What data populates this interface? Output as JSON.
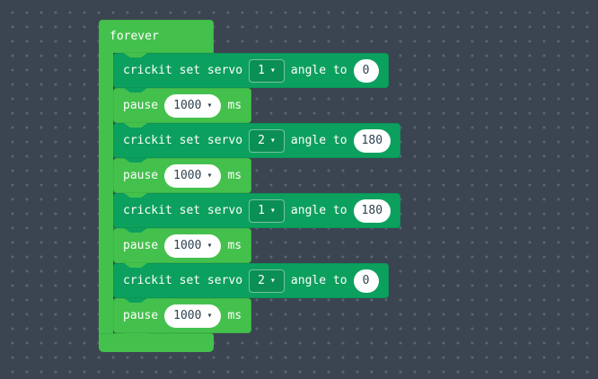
{
  "ui": {
    "dropdown_arrow": "▾"
  },
  "colors": {
    "background": "#3B4551",
    "grid_dot": "#5C6670",
    "loops_green": "#44C14D",
    "crickit_green": "#0CA05E",
    "value_text": "#2D4251",
    "block_text": "#FFFFFF"
  },
  "forever_block": {
    "label": "forever"
  },
  "blocks": [
    {
      "type": "crickit",
      "label_prefix": "crickit set servo",
      "servo": "1",
      "label_mid": "angle to",
      "angle": "0"
    },
    {
      "type": "pause",
      "label_prefix": "pause",
      "duration": "1000",
      "label_suffix": "ms"
    },
    {
      "type": "crickit",
      "label_prefix": "crickit set servo",
      "servo": "2",
      "label_mid": "angle to",
      "angle": "180"
    },
    {
      "type": "pause",
      "label_prefix": "pause",
      "duration": "1000",
      "label_suffix": "ms"
    },
    {
      "type": "crickit",
      "label_prefix": "crickit set servo",
      "servo": "1",
      "label_mid": "angle to",
      "angle": "180"
    },
    {
      "type": "pause",
      "label_prefix": "pause",
      "duration": "1000",
      "label_suffix": "ms"
    },
    {
      "type": "crickit",
      "label_prefix": "crickit set servo",
      "servo": "2",
      "label_mid": "angle to",
      "angle": "0"
    },
    {
      "type": "pause",
      "label_prefix": "pause",
      "duration": "1000",
      "label_suffix": "ms"
    }
  ]
}
